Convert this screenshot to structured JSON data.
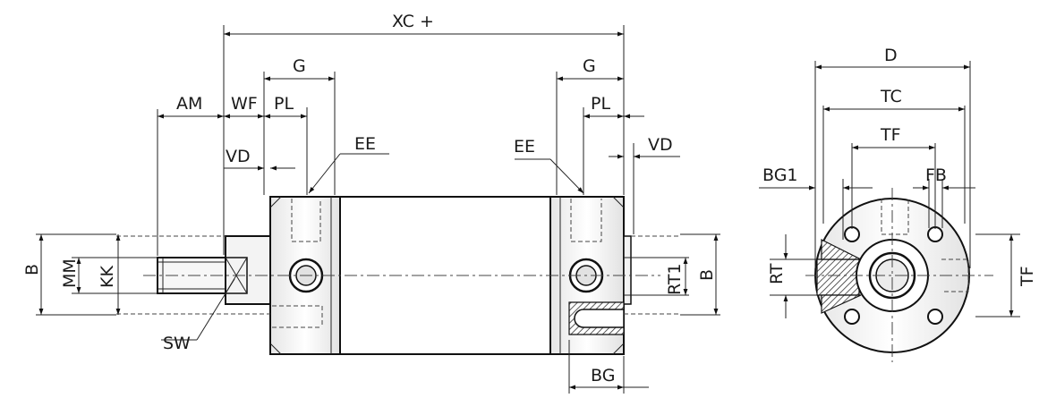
{
  "labels": {
    "xc": "XC +",
    "g_left": "G",
    "g_right": "G",
    "am": "AM",
    "wf": "WF",
    "pl_left": "PL",
    "pl_right": "PL",
    "ee_left": "EE",
    "ee_right": "EE",
    "vd_left": "VD",
    "vd_right": "VD",
    "b_left": "B",
    "mm": "MM",
    "kk": "KK",
    "sw": "SW",
    "rt1": "RT1",
    "b_right": "B",
    "bg": "BG",
    "d": "D",
    "tc": "TC",
    "tf_top": "TF",
    "bg1": "BG1",
    "fb": "FB",
    "rt": "RT",
    "tf_side": "TF"
  }
}
